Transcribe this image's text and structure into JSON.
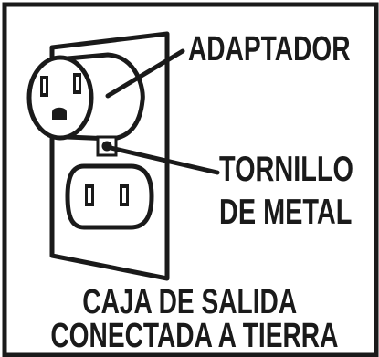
{
  "labels": {
    "adapter": "ADAPTADOR",
    "screw_line1": "TORNILLO",
    "screw_line2": "DE METAL"
  },
  "caption": {
    "line1": "CAJA DE SALIDA",
    "line2": "CONECTADA A TIERRA"
  },
  "colors": {
    "ink": "#1a1a1a",
    "background": "#ffffff"
  }
}
